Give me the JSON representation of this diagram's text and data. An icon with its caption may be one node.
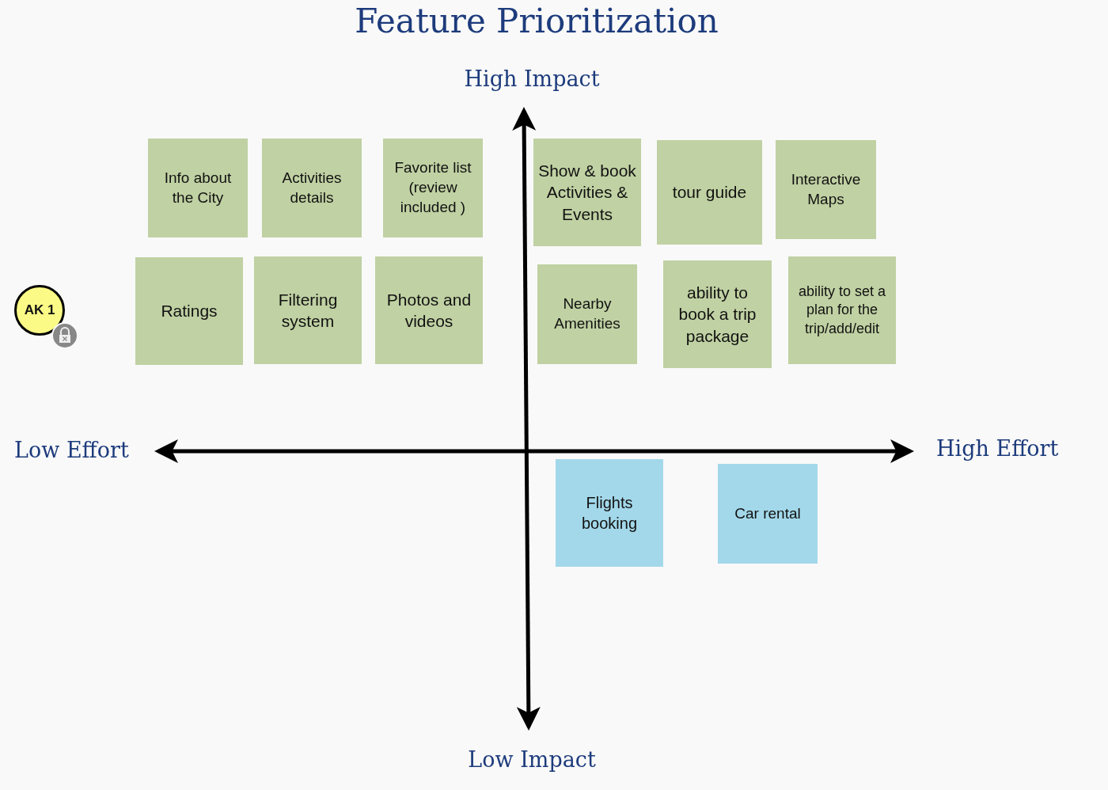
{
  "diagram": {
    "title": "Feature Prioritization",
    "nodes": [
      {
        "text": [
          "Info about the City"
        ]
      },
      {
        "text": [
          "Activities details"
        ]
      },
      {
        "text": [
          "Favorite list (review included )"
        ]
      },
      {
        "text": [
          "Show & book Activities & Events"
        ]
      },
      {
        "text": [
          "tour guide"
        ]
      },
      {
        "text": [
          "Interactive Maps"
        ]
      },
      {
        "text": [
          "Ratings"
        ]
      },
      {
        "text": [
          "Filtering system"
        ]
      },
      {
        "text": [
          "Photos and videos"
        ]
      },
      {
        "text": [
          "Nearby Amenities"
        ]
      },
      {
        "text": [
          "ability to book a trip package"
        ]
      },
      {
        "text": [
          "ability to set a plan for the trip/add/edit"
        ]
      },
      {
        "text": [
          "AK 1"
        ]
      },
      {
        "text": [
          "Flights booking"
        ]
      },
      {
        "text": [
          "Car rental"
        ]
      }
    ],
    "labels": [
      "High Impact",
      "Low Effort",
      "High Effort",
      "Low Impact"
    ]
  }
}
